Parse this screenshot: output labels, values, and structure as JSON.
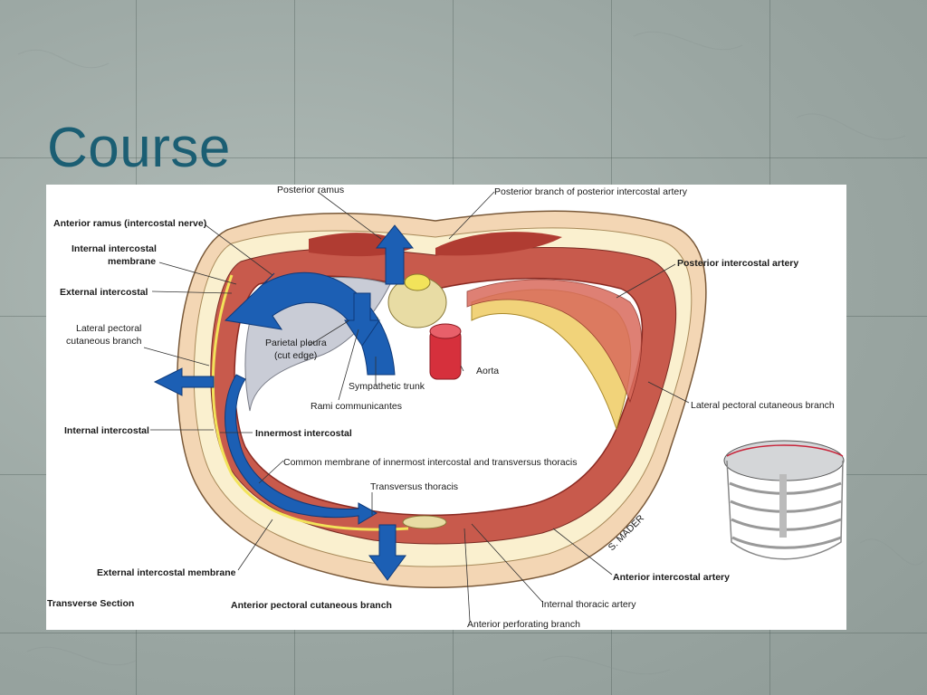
{
  "slide": {
    "title": "Course"
  },
  "figure": {
    "labels": {
      "posterior_ramus": "Posterior ramus",
      "posterior_branch_pia": "Posterior branch of posterior intercostal artery",
      "anterior_ramus_line1": "Anterior ramus (intercostal nerve)",
      "internal_intercostal_membrane_1": "Internal intercostal",
      "internal_intercostal_membrane_2": "membrane",
      "external_intercostal": "External intercostal",
      "lateral_pectoral_left_1": "Lateral pectoral",
      "lateral_pectoral_left_2": "cutaneous branch",
      "parietal_pleura_1": "Parietal pleura",
      "parietal_pleura_2": "(cut edge)",
      "sympathetic_trunk": "Sympathetic trunk",
      "aorta": "Aorta",
      "rami_communicantes": "Rami communicantes",
      "posterior_intercostal_artery": "Posterior intercostal artery",
      "lateral_pectoral_right": "Lateral pectoral cutaneous branch",
      "internal_intercostal": "Internal intercostal",
      "innermost_intercostal": "Innermost intercostal",
      "common_membrane": "Common membrane of innermost intercostal and transversus thoracis",
      "transversus_thoracis": "Transversus thoracis",
      "external_intercostal_membrane": "External intercostal membrane",
      "anterior_intercostal_artery": "Anterior intercostal artery",
      "transverse_section": "Transverse Section",
      "anterior_pectoral_cutaneous": "Anterior pectoral cutaneous branch",
      "internal_thoracic_artery": "Internal thoracic artery",
      "anterior_perforating_branch": "Anterior perforating branch",
      "signature": "S. MADER"
    },
    "colors": {
      "arrow": "#1c5fb4",
      "muscle": "#b8433d",
      "nerve": "#f2e35a",
      "skin": "#f3d6b4",
      "vessel": "#d6303c"
    }
  }
}
